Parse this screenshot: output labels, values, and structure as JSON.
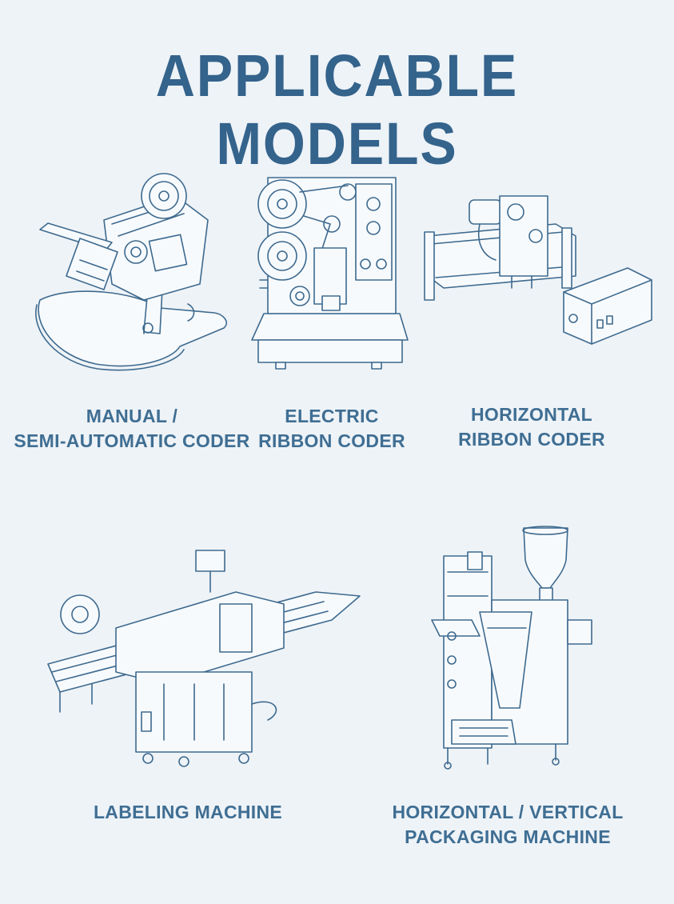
{
  "title": "APPLICABLE MODELS",
  "models": [
    {
      "icon": "manual-coder-icon",
      "line1": "MANUAL /",
      "line2": "SEMI-AUTOMATIC CODER"
    },
    {
      "icon": "electric-ribbon-coder-icon",
      "line1": "ELECTRIC",
      "line2": "RIBBON CODER"
    },
    {
      "icon": "horizontal-ribbon-coder-icon",
      "line1": "HORIZONTAL",
      "line2": "RIBBON CODER"
    },
    {
      "icon": "labeling-machine-icon",
      "line1": "LABELING MACHINE",
      "line2": ""
    },
    {
      "icon": "packaging-machine-icon",
      "line1": "HORIZONTAL / VERTICAL",
      "line2": "PACKAGING MACHINE"
    }
  ],
  "colors": {
    "background": "#eef3f7",
    "ink": "#3e6a8f",
    "title": "#34638c"
  }
}
